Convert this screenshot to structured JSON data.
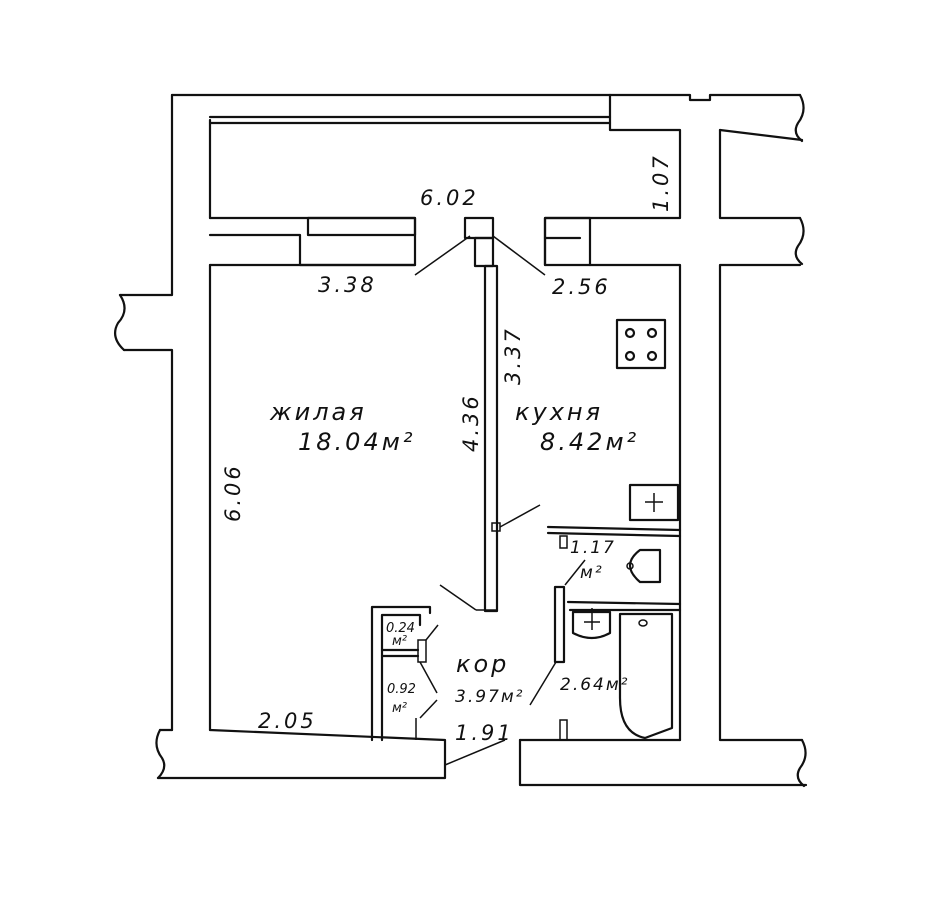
{
  "dimensions": {
    "balcony_width": "6.02",
    "balcony_depth": "1.07",
    "living_window_wall": "3.38",
    "kitchen_window_wall": "2.56",
    "kitchen_depth": "3.37",
    "partition_length": "4.36",
    "living_depth": "6.06",
    "living_bottom": "2.05",
    "entrance": "1.91"
  },
  "rooms": {
    "living": {
      "name": "жилая",
      "area": "18.04м²"
    },
    "kitchen": {
      "name": "кухня",
      "area": "8.42м²"
    },
    "toilet": {
      "area": "1.17",
      "unit": "м²"
    },
    "closet_small": {
      "area": "0.24",
      "unit": "м²"
    },
    "closet": {
      "area": "0.92",
      "unit": "м²"
    },
    "corridor": {
      "name": "кор",
      "area": "3.97м²"
    },
    "bathroom": {
      "area": "2.64м²"
    }
  }
}
